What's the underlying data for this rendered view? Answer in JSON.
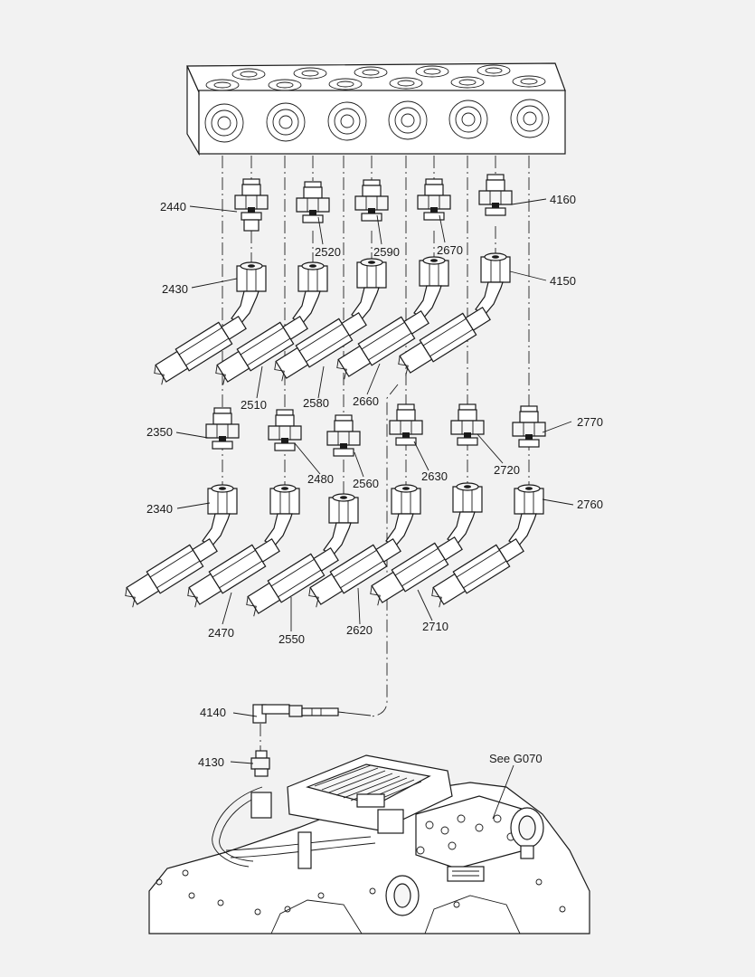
{
  "labels": {
    "l2440": "2440",
    "l2520": "2520",
    "l2590": "2590",
    "l2670": "2670",
    "l4160": "4160",
    "l2430": "2430",
    "l4150": "4150",
    "l2510": "2510",
    "l2580": "2580",
    "l2660": "2660",
    "l2350": "2350",
    "l2480": "2480",
    "l2560": "2560",
    "l2630": "2630",
    "l2720": "2720",
    "l2770": "2770",
    "l2340": "2340",
    "l2760": "2760",
    "l2470": "2470",
    "l2550": "2550",
    "l2620": "2620",
    "l2710": "2710",
    "l4140": "4140",
    "l4130": "4130",
    "see": "See G070"
  }
}
